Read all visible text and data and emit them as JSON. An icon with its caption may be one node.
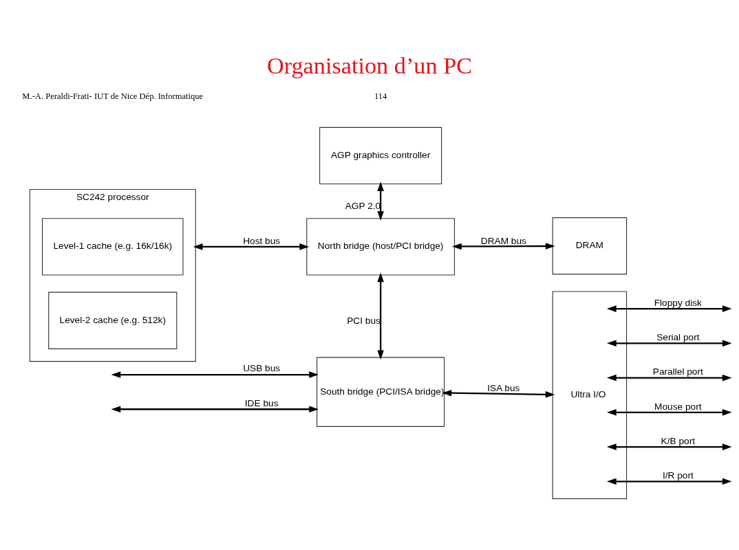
{
  "diagram": {
    "title": "Organisation d’un PC",
    "nodes": [
      {
        "text": [
          "AGP graphics controller"
        ]
      },
      {
        "text": [
          "SC242 processor"
        ]
      },
      {
        "text": [
          "Level-1 cache (e.g. 16k/16k)"
        ],
        "in": 1
      },
      {
        "text": [
          "Level-2 cache (e.g. 512k)"
        ],
        "in": 1
      },
      {
        "text": [
          "North bridge (host/PCI bridge)"
        ]
      },
      {
        "text": [
          "DRAM"
        ]
      },
      {
        "text": [
          "South bridge (PCI/ISA bridge)"
        ]
      },
      {
        "text": [
          "Ultra I/O"
        ]
      }
    ],
    "edges": [
      {
        "from": 0,
        "to": 4,
        "arrow": "both",
        "label": "AGP 2.0"
      },
      {
        "from": 1,
        "to": 4,
        "arrow": "both",
        "label": "Host bus"
      },
      {
        "from": 4,
        "to": 5,
        "arrow": "both",
        "label": "DRAM bus"
      },
      {
        "from": 4,
        "to": 6,
        "arrow": "both",
        "label": "PCI bus"
      },
      {
        "from": null,
        "to": 6,
        "arrow": "both",
        "label": "USB bus"
      },
      {
        "from": null,
        "to": 6,
        "arrow": "both",
        "label": "IDE bus"
      },
      {
        "from": 6,
        "to": 7,
        "arrow": "both",
        "label": "ISA bus"
      },
      {
        "from": 7,
        "to": null,
        "arrow": "both",
        "label": "Floppy disk"
      },
      {
        "from": 7,
        "to": null,
        "arrow": "both",
        "label": "Serial port"
      },
      {
        "from": 7,
        "to": null,
        "arrow": "both",
        "label": "Parallel port"
      },
      {
        "from": 7,
        "to": null,
        "arrow": "both",
        "label": "Mouse port"
      },
      {
        "from": 7,
        "to": null,
        "arrow": "both",
        "label": "K/B port"
      },
      {
        "from": 7,
        "to": null,
        "arrow": "both",
        "label": "I/R port"
      }
    ],
    "labels": [
      "M.-A. Peraldi-Frati- IUT de Nice Dép. Informatique",
      "114"
    ]
  }
}
